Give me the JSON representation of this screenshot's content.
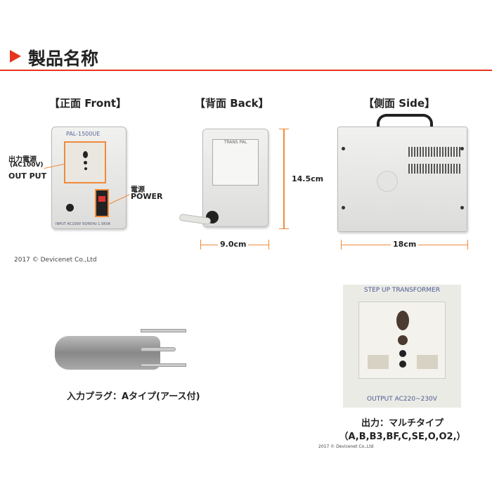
{
  "header": {
    "title": "製品名称",
    "accent": "#e8341c"
  },
  "columns": {
    "front": "【正面 Front】",
    "back": "【背面 Back】",
    "side": "【側面 Side】"
  },
  "front": {
    "model": "PAL-1500UE",
    "output_label_jp": "出力電源",
    "output_label_ac": "(AC100V)",
    "output_label_en": "OUT PUT",
    "power_label_jp": "電源",
    "power_label_en": "POWER",
    "input_text": "INPUT AC100V 50/60Hz 1.5KVA"
  },
  "back": {
    "label_title": "TRANS PAL",
    "width": "9.0cm",
    "height": "14.5cm"
  },
  "side": {
    "depth": "18cm"
  },
  "copyright": "2017 © Devicenet Co.,Ltd",
  "plug": {
    "caption": "入力プラグ：Aタイプ(アース付)"
  },
  "socket": {
    "top_text": "STEP UP TRANSFORMER",
    "bottom_text": "OUTPUT AC220~230V",
    "caption1": "出力：マルチタイプ",
    "caption2": "（A,B,B3,BF,C,SE,O,O2,）",
    "copyright": "2017 © Devicenet Co.,Ltd"
  }
}
